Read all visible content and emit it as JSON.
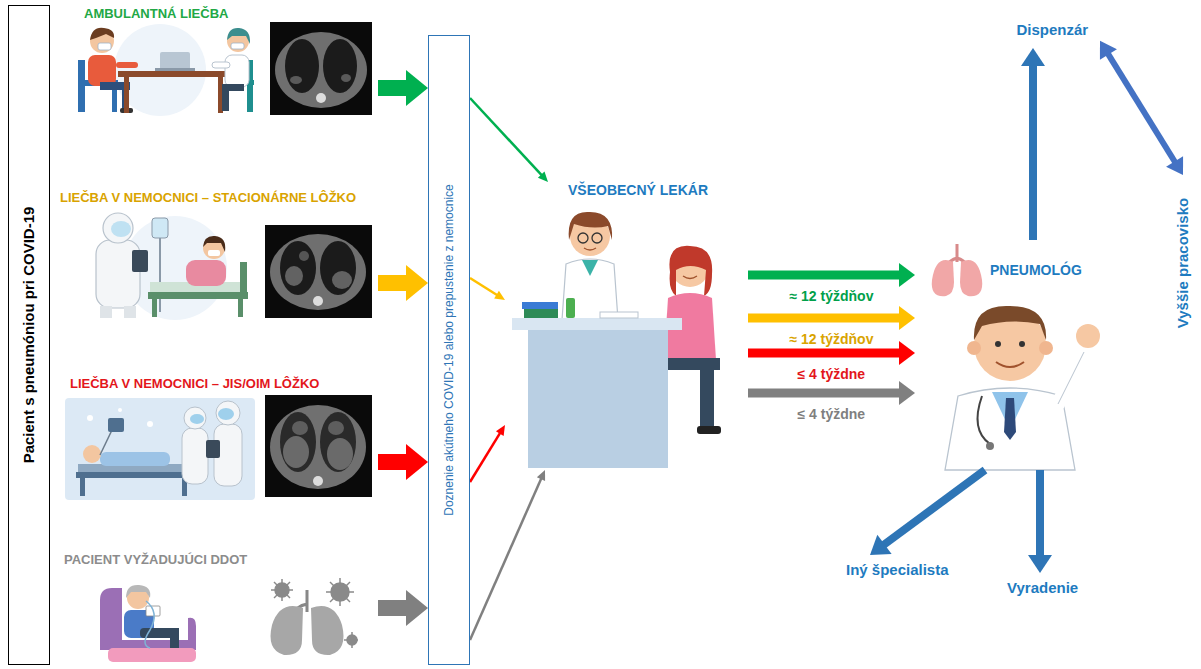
{
  "diagram": {
    "nodes": [
      {
        "text": [
          "Pacient s pneumóniou pri COVID-19"
        ]
      },
      {
        "text": [
          "AMBULANTNÁ LIEČBA"
        ]
      },
      {
        "text": [
          "LIEČBA V NEMOCNICI – STACIONÁRNE LÔŽKO"
        ]
      },
      {
        "text": [
          "LIEČBA V NEMOCNICI – JIS/OIM LÔŽKO"
        ]
      },
      {
        "text": [
          "PACIENT VYŽADUJÚCI DDOT"
        ]
      },
      {
        "text": [
          "Doznenie akútneho COVID-19 alebo prepustenie z nemocnice"
        ]
      },
      {
        "text": [
          "VŠEOBECNÝ LEKÁR"
        ]
      },
      {
        "text": [
          "PNEUMOLÓG"
        ]
      },
      {
        "text": [
          "Dispenzár"
        ]
      },
      {
        "text": [
          "Vyššie pracovisko"
        ]
      },
      {
        "text": [
          "Iný špecialista"
        ]
      },
      {
        "text": [
          "Vyradenie"
        ]
      }
    ],
    "edges": [
      {
        "from": 1,
        "to": 5,
        "arrow": "to"
      },
      {
        "from": 2,
        "to": 5,
        "arrow": "to"
      },
      {
        "from": 3,
        "to": 5,
        "arrow": "to"
      },
      {
        "from": 4,
        "to": 5,
        "arrow": "to"
      },
      {
        "from": 5,
        "to": 6,
        "arrow": "to"
      },
      {
        "from": 5,
        "to": 6,
        "arrow": "to"
      },
      {
        "from": 5,
        "to": 6,
        "arrow": "to"
      },
      {
        "from": 5,
        "to": 6,
        "arrow": "to"
      },
      {
        "from": 6,
        "to": 7,
        "label": "≈ 12 týždňov",
        "arrow": "to"
      },
      {
        "from": 6,
        "to": 7,
        "label": "≈ 12 týždňov",
        "arrow": "to"
      },
      {
        "from": 6,
        "to": 7,
        "label": "≤ 4 týždne",
        "arrow": "to"
      },
      {
        "from": 6,
        "to": 7,
        "label": "≤ 4 týždne",
        "arrow": "to"
      },
      {
        "from": 7,
        "to": 8,
        "arrow": "to"
      },
      {
        "from": 8,
        "to": 9,
        "arrow": "both"
      },
      {
        "from": 7,
        "to": 10,
        "arrow": "to"
      },
      {
        "from": 7,
        "to": 11,
        "arrow": "to"
      }
    ]
  }
}
